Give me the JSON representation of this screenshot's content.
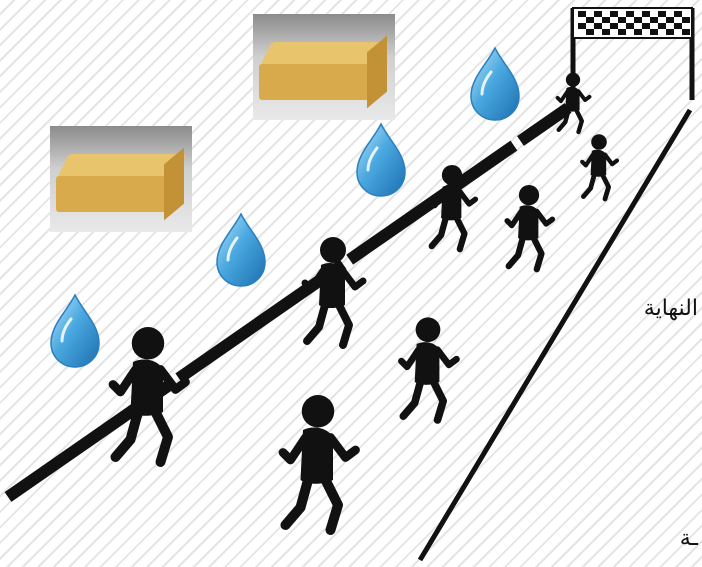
{
  "labels": {
    "finish": "النهاية",
    "start": "ـة"
  },
  "icons": [
    "water-drop-icon",
    "sponge-image",
    "runner-icon",
    "checkered-flag-icon"
  ],
  "colors": {
    "drop": "#3a9ad9",
    "drop_light": "#8fd0f5",
    "runner": "#111111",
    "track_line": "#111111"
  }
}
